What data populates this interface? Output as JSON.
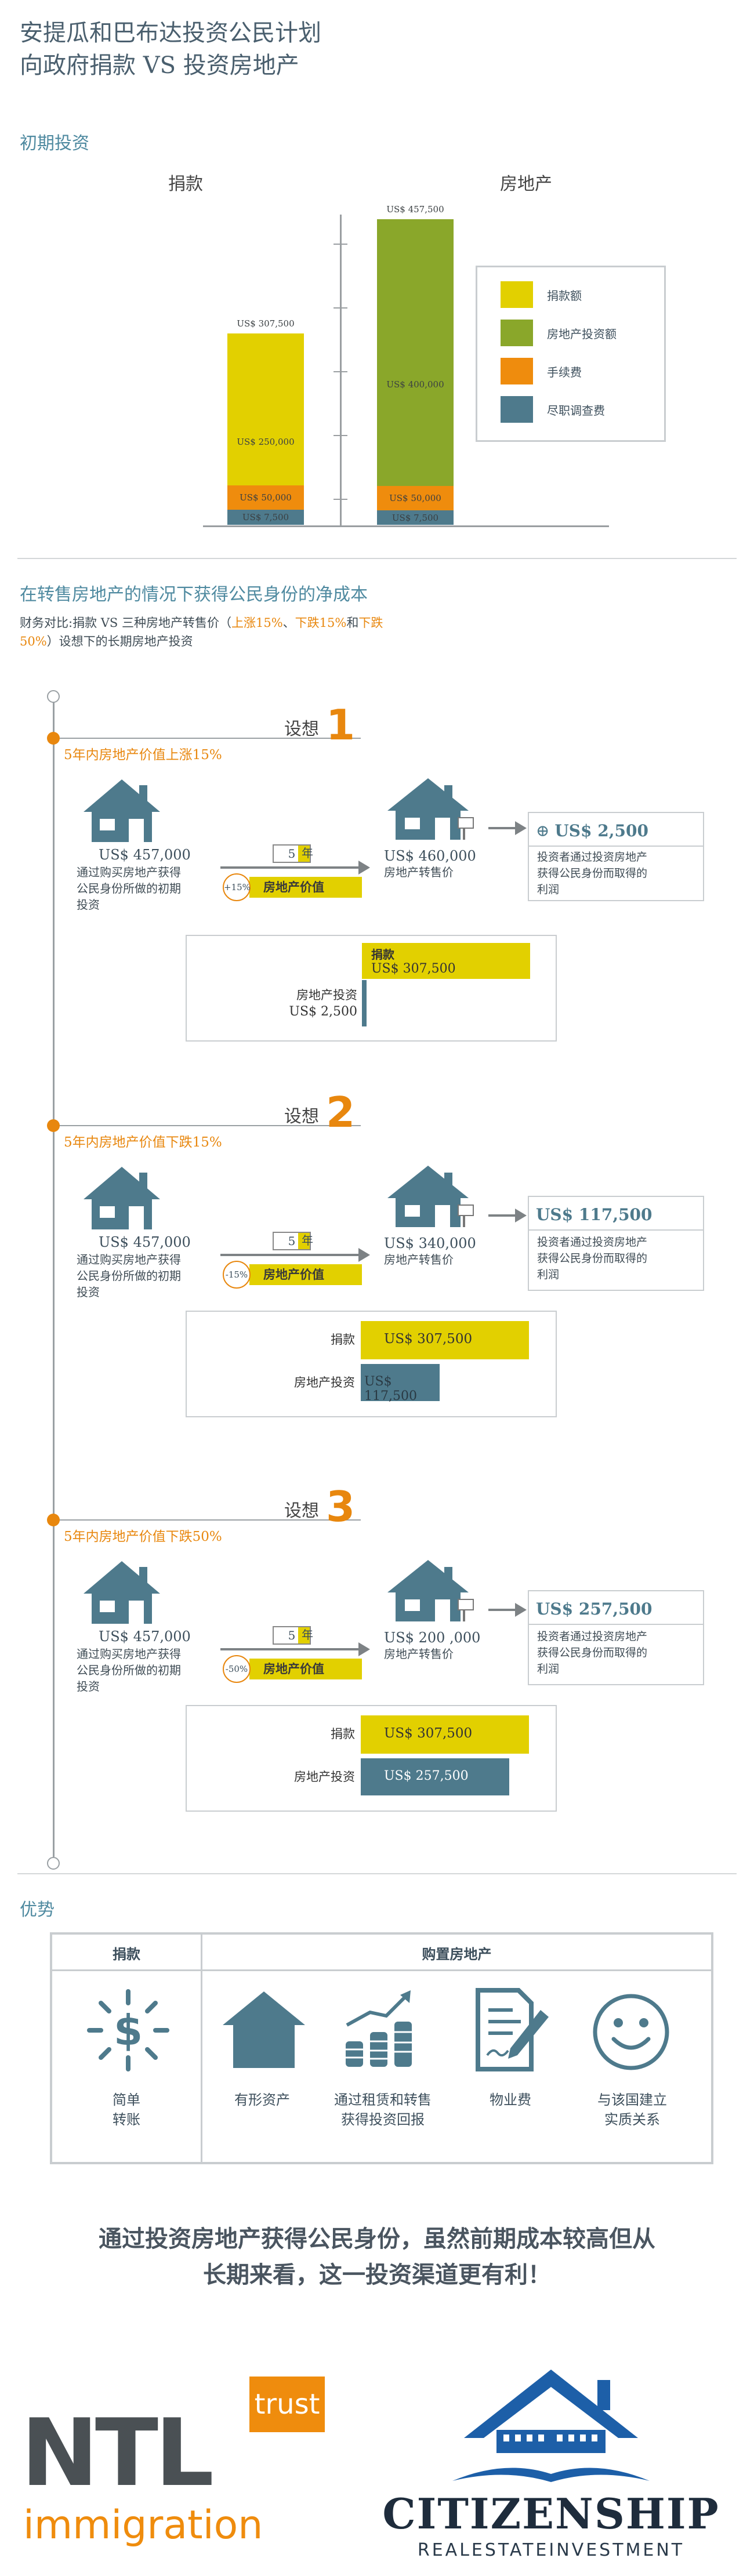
{
  "title": {
    "line1": "安提瓜和巴布达投资公民计划",
    "line2": "向政府捐款 VS 投资房地产"
  },
  "initial": {
    "heading": "初期投资",
    "left_label": "捐款",
    "right_label": "房地产",
    "donation_bar": {
      "total": "US$ 307,500",
      "main": "US$ 250,000",
      "fee": "US$ 50,000",
      "due": "US$ 7,500"
    },
    "realestate_bar": {
      "total": "US$ 457,500",
      "main": "US$ 400,000",
      "fee": "US$ 50,000",
      "due": "US$ 7,500"
    },
    "legend": [
      {
        "label": "捐款额",
        "color": "#e2d000"
      },
      {
        "label": "房地产投资额",
        "color": "#8aa72a"
      },
      {
        "label": "手续费",
        "color": "#ef8c0d"
      },
      {
        "label": "尽职调查费",
        "color": "#4e7a8c"
      }
    ]
  },
  "net": {
    "heading": "在转售房地产的情况下获得公民身份的净成本",
    "desc_line1_pre": "财务对比:捐款 VS 三种房地产转售价（",
    "up": "上涨15%",
    "sep1": "、",
    "down1": "下跌15%",
    "mid": "和",
    "down2": "下跌",
    "desc_line2_pct": "50%",
    "desc_line2_post": "）设想下的长期房地产投资"
  },
  "scenarios": [
    {
      "she": "设想",
      "num": "1",
      "header": "5年内房地产价值上涨15%",
      "buy_price": "US$ 457,000",
      "buy_desc": [
        "通过购买房地产获得",
        "公民身份所做的初期",
        "投资"
      ],
      "years_num": "5",
      "years_unit": "年",
      "pct": "+15%",
      "pv": "房地产价值",
      "sell_price": "US$ 460,000",
      "sell_desc": "房地产转售价",
      "result": "US$ 2,500",
      "result_desc": [
        "投资者通过投资房地产",
        "获得公民身份而取得的",
        "利润"
      ],
      "donate_label": "捐款",
      "donate_val": "US$ 307,500",
      "re_label": "房地产投资",
      "re_val": "US$ 2,500"
    },
    {
      "she": "设想",
      "num": "2",
      "header": "5年内房地产价值下跌15%",
      "buy_price": "US$ 457,000",
      "buy_desc": [
        "通过购买房地产获得",
        "公民身份所做的初期",
        "投资"
      ],
      "years_num": "5",
      "years_unit": "年",
      "pct": "-15%",
      "pv": "房地产价值",
      "sell_price": "US$ 340,000",
      "sell_desc": "房地产转售价",
      "result": "US$ 117,500",
      "result_desc": [
        "投资者通过投资房地产",
        "获得公民身份而取得的",
        "利润"
      ],
      "donate_label": "捐款",
      "donate_val": "US$ 307,500",
      "re_label": "房地产投资",
      "re_val": "US$ 117,500"
    },
    {
      "she": "设想",
      "num": "3",
      "header": "5年内房地产价值下跌50%",
      "buy_price": "US$ 457,000",
      "buy_desc": [
        "通过购买房地产获得",
        "公民身份所做的初期",
        "投资"
      ],
      "years_num": "5",
      "years_unit": "年",
      "pct": "-50%",
      "pv": "房地产价值",
      "sell_price": "US$ 200 ,000",
      "sell_desc": "房地产转售价",
      "result": "US$ 257,500",
      "result_desc": [
        "投资者通过投资房地产",
        "获得公民身份而取得的",
        "利润"
      ],
      "donate_label": "捐款",
      "donate_val": "US$ 307,500",
      "re_label": "房地产投资",
      "re_val": "US$ 257,500"
    }
  ],
  "advantages": {
    "heading": "优势",
    "col_left": "捐款",
    "col_right": "购置房地产",
    "items": [
      {
        "icon": "dollar-icon",
        "label": [
          "简单",
          "转账"
        ]
      },
      {
        "icon": "house-icon",
        "label": [
          "有形资产"
        ]
      },
      {
        "icon": "coins-growth-icon",
        "label": [
          "通过租赁和转售",
          "获得投资回报"
        ]
      },
      {
        "icon": "document-pen-icon",
        "label": [
          "物业费"
        ]
      },
      {
        "icon": "smiley-icon",
        "label": [
          "与该国建立",
          "实质关系"
        ]
      }
    ]
  },
  "conclusion": {
    "line1": "通过投资房地产获得公民身份，虽然前期成本较高但从",
    "line2": "长期来看，这一投资渠道更有利！"
  },
  "logos": {
    "ntl": {
      "word": "NTL",
      "trust": "trust",
      "sub": "immigration"
    },
    "citizenship": {
      "word": "CITIZENSHIP",
      "sub": "REALESTATEINVESTMENT"
    }
  }
}
